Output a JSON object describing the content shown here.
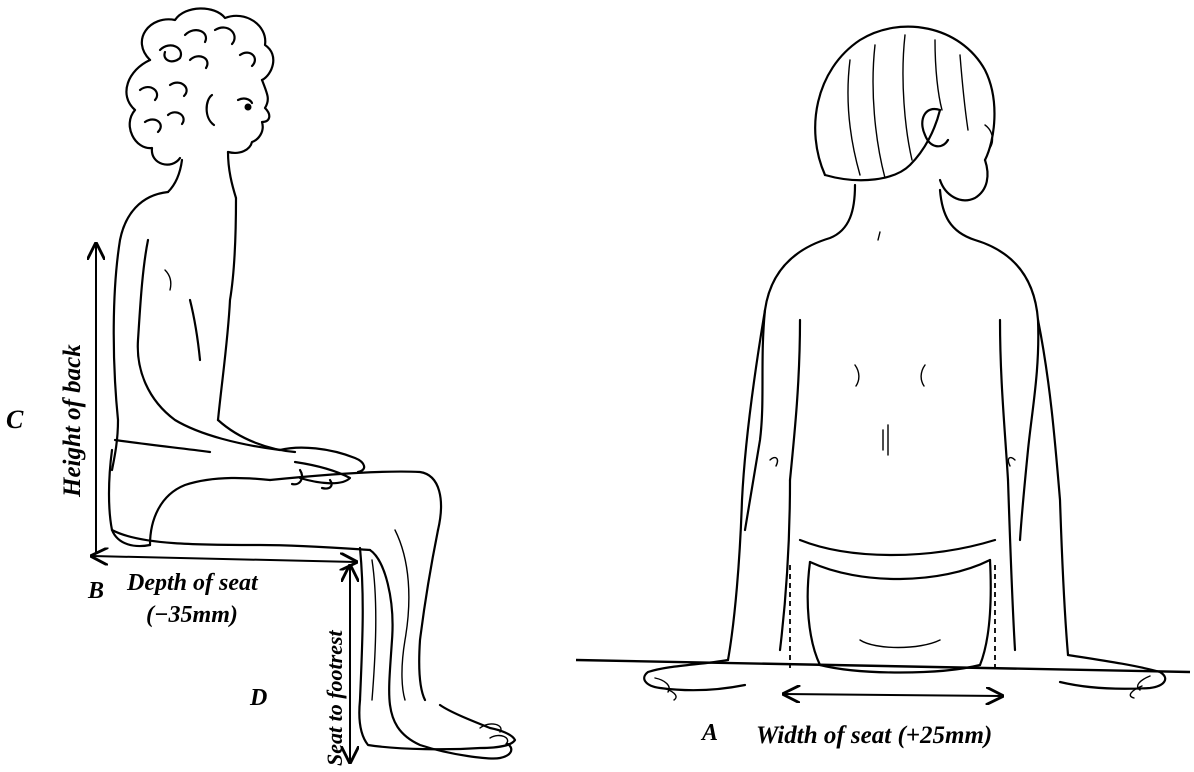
{
  "side_view": {
    "label_c": "C",
    "label_b": "B",
    "label_d": "D",
    "height_of_back": "Height of back",
    "depth_of_seat": "Depth of seat",
    "depth_adjustment": "(−35mm)",
    "seat_to_footrest": "Seat to footrest"
  },
  "back_view": {
    "label_a": "A",
    "width_of_seat": "Width of seat (+25mm)"
  }
}
